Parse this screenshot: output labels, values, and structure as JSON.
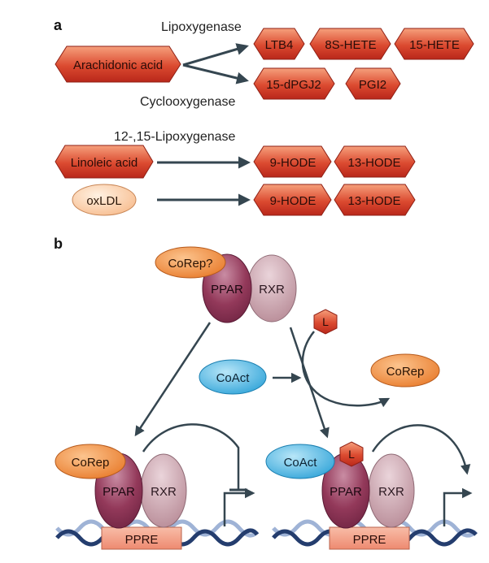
{
  "panel_a": {
    "label": "a",
    "lipoxygenase": "Lipoxygenase",
    "cyclooxygenase": "Cyclooxygenase",
    "lox_12_15": "12-,15-Lipoxygenase",
    "arachidonic": "Arachidonic acid",
    "ltb4": "LTB4",
    "hete8s": "8S-HETE",
    "hete15": "15-HETE",
    "dpgj2": "15-dPGJ2",
    "pgi2": "PGI2",
    "linoleic": "Linoleic acid",
    "oxldl": "oxLDL",
    "hode9": "9-HODE",
    "hode13": "13-HODE"
  },
  "panel_b": {
    "label": "b",
    "corep_q": "CoRep?",
    "ppar": "PPAR",
    "rxr": "RXR",
    "ligand": "L",
    "coact": "CoAct",
    "corep": "CoRep",
    "ppre": "PPRE"
  },
  "colors": {
    "hex_dark": "#d23a26",
    "hex_light": "#f49a78",
    "oval_orange": "#f08a3a",
    "oval_peach": "#fbd2ad",
    "ppar": "#8e3656",
    "rxr": "#c49aa5",
    "coact": "#47b1e0",
    "arrow": "#354650",
    "ppre": "#f3a089",
    "dna_dark": "#243d6e",
    "dna_light": "#9fb3d6"
  }
}
